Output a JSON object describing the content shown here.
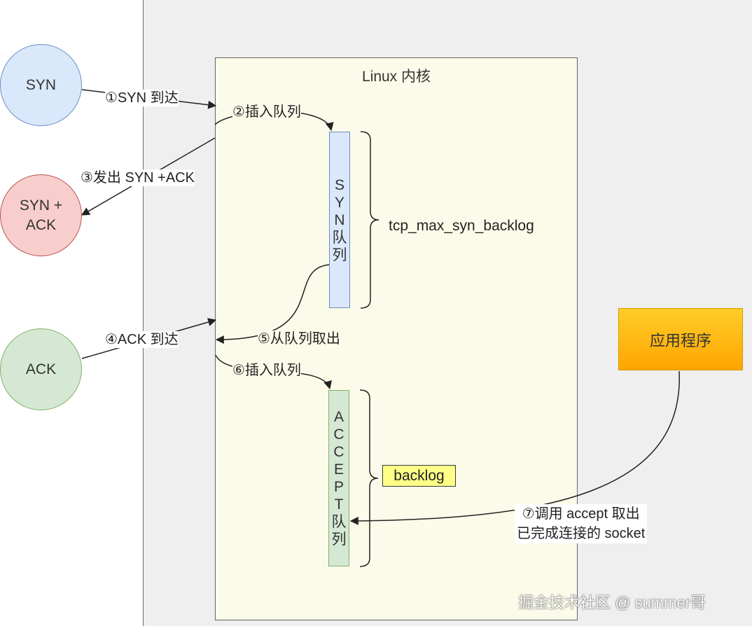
{
  "kernel": {
    "title": "Linux 内核"
  },
  "circles": {
    "syn": "SYN",
    "synack": "SYN + ACK",
    "ack": "ACK"
  },
  "queues": {
    "syn": [
      "S",
      "Y",
      "N",
      "队",
      "列"
    ],
    "accept": [
      "A",
      "C",
      "C",
      "E",
      "P",
      "T",
      "队",
      "列"
    ]
  },
  "app": {
    "label": "应用程序"
  },
  "steps": {
    "s1": "①SYN 到达",
    "s2": "②插入队列",
    "s3": "③发出 SYN +ACK",
    "s4": "④ACK 到达",
    "s5": "⑤从队列取出",
    "s6": "⑥插入队列",
    "s7_line1": "⑦调用 accept 取出",
    "s7_line2": "已完成连接的 socket"
  },
  "params": {
    "syn_backlog": "tcp_max_syn_backlog",
    "backlog": "backlog"
  },
  "watermark": "掘金技术社区 @ summer哥"
}
